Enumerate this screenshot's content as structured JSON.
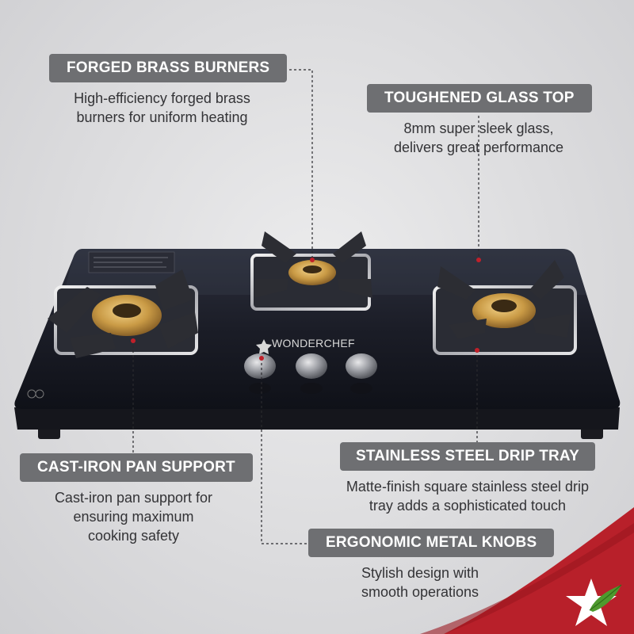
{
  "features": {
    "forged_brass_burners": {
      "title": "FORGED BRASS BURNERS",
      "line1": "High-efficiency forged brass",
      "line2": "burners for uniform heating"
    },
    "toughened_glass_top": {
      "title": "TOUGHENED GLASS TOP",
      "line1": "8mm super sleek glass,",
      "line2": "delivers great performance"
    },
    "cast_iron_pan_support": {
      "title": "CAST-IRON PAN SUPPORT",
      "line1": "Cast-iron pan support for",
      "line2": "ensuring maximum",
      "line3": "cooking safety"
    },
    "stainless_steel_drip_tray": {
      "title": "STAINLESS STEEL DRIP TRAY",
      "line1": "Matte-finish square stainless steel drip",
      "line2": "tray adds a sophisticated touch"
    },
    "ergonomic_metal_knobs": {
      "title": "ERGONOMIC METAL KNOBS",
      "line1": "Stylish design with",
      "line2": "smooth operations"
    }
  },
  "product": {
    "brand_label": "WONDERCHEF",
    "icon": "gas-stove-3-burner"
  },
  "colors": {
    "pill_bg": "#6e6f72",
    "pill_text": "#ffffff",
    "desc_text": "#333336",
    "accent_red": "#b8202a",
    "leaf_green": "#4e9a2e"
  },
  "logo": {
    "icon": "star-leaf-logo-icon"
  }
}
